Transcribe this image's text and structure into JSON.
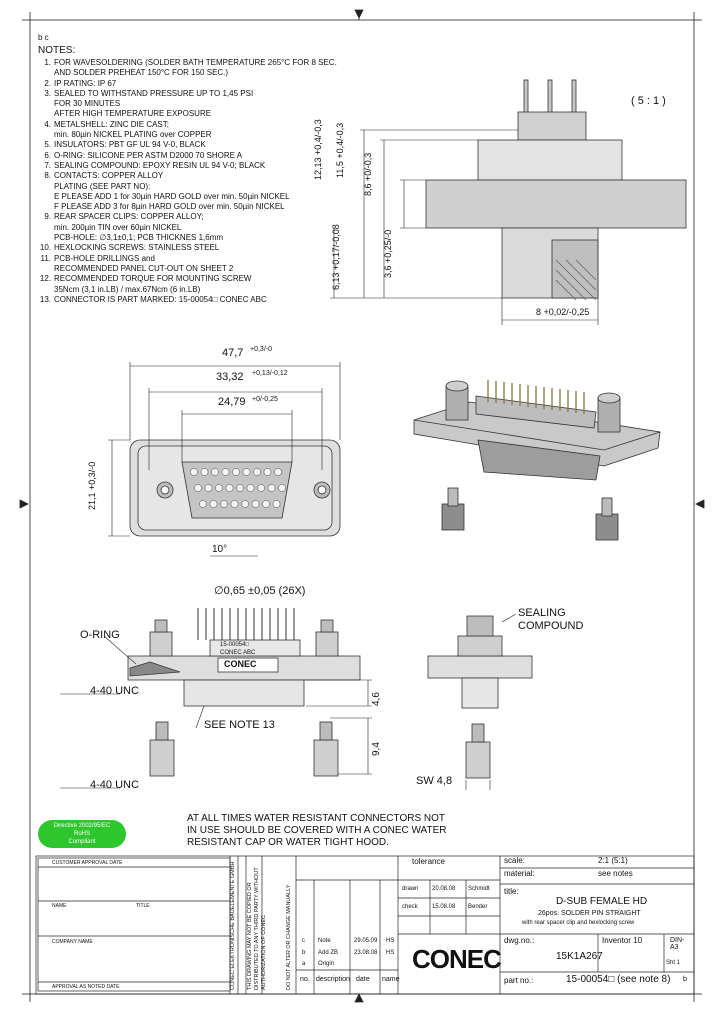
{
  "notes": {
    "heading": "NOTES:",
    "marks": "b c",
    "items": [
      {
        "n": "1.",
        "t": "FOR WAVESOLDERING (SOLDER BATH TEMPERATURE 265°C FOR 8 SEC."
      },
      {
        "n": "",
        "t": "AND SOLDER PREHEAT 150°C FOR 150 SEC.)"
      },
      {
        "n": "2.",
        "t": "IP RATING: IP 67"
      },
      {
        "n": "3.",
        "t": "SEALED TO WITHSTAND PRESSURE UP TO 1,45 PSI"
      },
      {
        "n": "",
        "t": "FOR 30 MINUTES"
      },
      {
        "n": "",
        "t": "AFTER HIGH TEMPERATURE EXPOSURE"
      },
      {
        "n": "4.",
        "t": "METALSHELL: ZINC DIE CAST;"
      },
      {
        "n": "",
        "t": "min. 80µin NICKEL PLATING over COPPER"
      },
      {
        "n": "5.",
        "t": "INSULATORS: PBT GF UL 94 V-0, BLACK"
      },
      {
        "n": "6.",
        "t": "O-RING: SILICONE PER ASTM D2000 70 SHORE A"
      },
      {
        "n": "7.",
        "t": "SEALING COMPOUND: EPOXY RESIN UL 94 V-0; BLACK"
      },
      {
        "n": "8.",
        "t": "CONTACTS: COPPER ALLOY"
      },
      {
        "n": "",
        "t": "PLATING (SEE PART NO):"
      },
      {
        "n": "",
        "t": "E  PLEASE ADD 1 for 30µin HARD GOLD over min. 50µin NICKEL"
      },
      {
        "n": "",
        "t": "F  PLEASE ADD 3 for 8µin HARD GOLD over min. 50µin NICKEL"
      },
      {
        "n": "9.",
        "t": "REAR SPACER CLIPS: COPPER ALLOY;"
      },
      {
        "n": "",
        "t": "min. 200µin TIN over 60µin NICKEL"
      },
      {
        "n": "",
        "t": "PCB-HOLE: ∅3,1±0,1; PCB THICKNES 1,6mm"
      },
      {
        "n": "10.",
        "t": "HEXLOCKING SCREWS: STAINLESS STEEL"
      },
      {
        "n": "11.",
        "t": "PCB-HOLE DRILLINGS and"
      },
      {
        "n": "",
        "t": "RECOMMENDED PANEL CUT-OUT ON SHEET 2"
      },
      {
        "n": "12.",
        "t": "RECOMMENDED TORQUE FOR MOUNTING SCREW"
      },
      {
        "n": "",
        "t": "35Ncm (3,1 in.LB) / max.67Ncm (6 in.LB)"
      },
      {
        "n": "13.",
        "t": "CONNECTOR IS PART MARKED: 15-00054□  CONEC ABC"
      }
    ]
  },
  "scale_label": "( 5 : 1 )",
  "dims": {
    "d1": "12,13 +0,4/-0,3",
    "d2": "11,5 +0,4/-0,3",
    "d3": "8,6 +0/-0,3",
    "d4": "6,13 +0,17/-0,08",
    "d5": "3,6 +0,25/-0",
    "d6": "8 +0,02/-0,25",
    "w1": "47,7",
    "w1tol": "+0,3/-0",
    "w2": "33,32",
    "w2tol": "+0,13/-0,12",
    "w3": "24,79",
    "w3tol": "+0/-0,25",
    "h1": "21,1 +0,3/-0",
    "angle": "10°",
    "pin": "∅0,65 ±0,05 (26X)",
    "oring": "O-RING",
    "unc1": "4-40 UNC",
    "unc2": "4-40 UNC",
    "seenote": "SEE NOTE 13",
    "h46": "4,6",
    "h94": "9,4",
    "sealing1": "SEALING",
    "sealing2": "COMPOUND",
    "sw": "SW 4,8",
    "marking1": "15-00054□",
    "marking2": "CONEC ABC",
    "brand": "CONEC"
  },
  "warning": {
    "lines": [
      "AT ALL TIMES WATER RESISTANT CONNECTORS NOT",
      "IN USE SHOULD BE COVERED WITH A CONEC WATER",
      "RESISTANT CAP OR WATER TIGHT HOOD."
    ]
  },
  "rohs": {
    "l1": "Directive 2002/95/EC",
    "l2": "RoHS",
    "l3": "Compliant"
  },
  "approval": {
    "t1": "CUSTOMER APPROVAL DATE",
    "t2": "NAME",
    "t3": "TITLE",
    "t4": "COMPANY NAME",
    "t5": "APPROVAL AS NOTED   DATE"
  },
  "titleblock": {
    "tolerance": "tolerance",
    "scale_lbl": "scale:",
    "scale_val": "2:1 (5:1)",
    "material_lbl": "material:",
    "material_val": "see notes",
    "title_lbl": "title:",
    "title_main": "D-SUB FEMALE HD",
    "title_sub1": "26pos. SOLDER PIN STRAIGHT",
    "title_sub2": "with rear spacer clip and hexlocking screw",
    "dwg_lbl": "dwg.no.:",
    "dwg_val": "15K1A267",
    "inventor": "Inventor 10",
    "format_val": "DIN-A3",
    "sheet_val": "Sht 1",
    "drawn_lbl": "drawn",
    "drawn_date": "20.08.08",
    "drawn_name": "Schmidt",
    "check_lbl": "check",
    "check_date": "15.08.08",
    "check_name": "Bender",
    "rev_rows": [
      {
        "idx": "c",
        "date": "29.05.09",
        "name": "HS",
        "desc": "Note"
      },
      {
        "idx": "b",
        "date": "23.08.08",
        "name": "HS",
        "desc": "Add ZB"
      },
      {
        "idx": "a",
        "date": "",
        "name": "",
        "desc": "Origin"
      }
    ],
    "col_no": "no.",
    "col_desc": "description",
    "col_date": "date",
    "col_name": "name",
    "partno_lbl": "part no.:",
    "partno_val": "15-00054□ (see note 8)",
    "partno_mark": "b",
    "brand": "CONEC"
  },
  "vertical": {
    "v1": "DO NOT ALTER OR CHANGE MANUALLY",
    "v2": "THIS DRAWING MAY NOT BE COPIED OR",
    "v3": "DISTRIBUTED TO ANY THIRD PARTY WITHOUT",
    "v4": "AUTHORIZATION OF CONEC",
    "v5": "CONEC ELEKTRONISCHE BAUELEMENTE GMBH"
  }
}
